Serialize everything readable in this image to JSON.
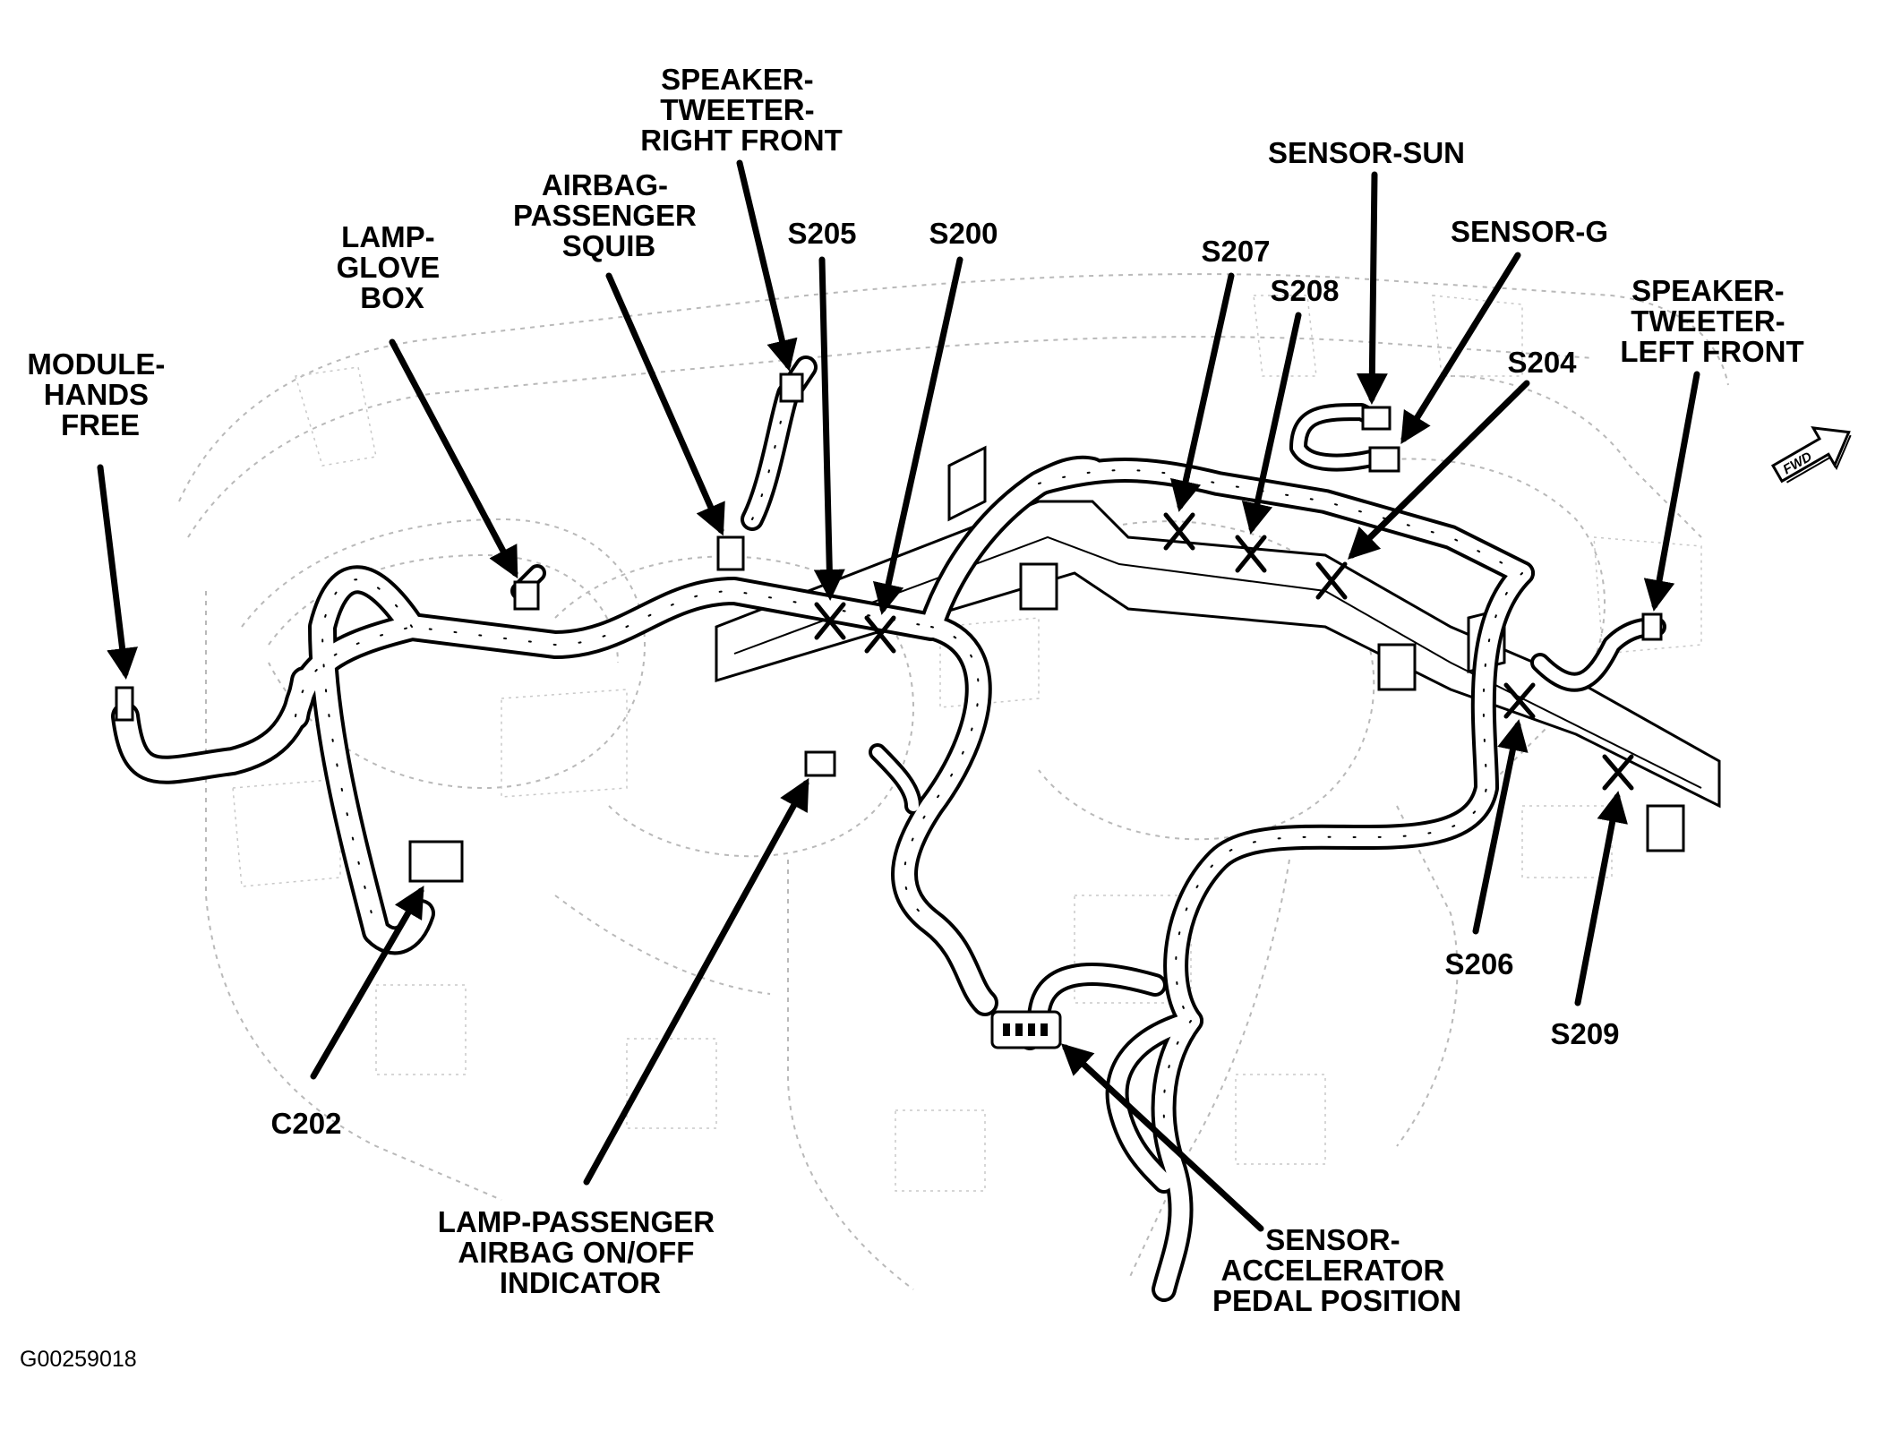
{
  "figure_id": "G00259018",
  "fwd_label": "FWD",
  "labels": {
    "module_hands_free": [
      "MODULE-",
      "HANDS",
      "FREE"
    ],
    "lamp_glove_box": [
      "LAMP-",
      "GLOVE",
      "BOX"
    ],
    "airbag_passenger_squib": [
      "AIRBAG-",
      "PASSENGER",
      "SQUIB"
    ],
    "speaker_tweeter_right_front": [
      "SPEAKER-",
      "TWEETER-",
      "RIGHT FRONT"
    ],
    "s205": "S205",
    "s200": "S200",
    "sensor_sun": "SENSOR-SUN",
    "s207": "S207",
    "s208": "S208",
    "sensor_g": "SENSOR-G",
    "s204": "S204",
    "speaker_tweeter_left_front": [
      "SPEAKER-",
      "TWEETER-",
      "LEFT FRONT"
    ],
    "s206": "S206",
    "s209": "S209",
    "c202": "C202",
    "lamp_passenger_airbag": [
      "LAMP-PASSENGER",
      "AIRBAG ON/OFF",
      "INDICATOR"
    ],
    "sensor_accelerator": [
      "SENSOR-",
      "ACCELERATOR",
      "PEDAL POSITION"
    ]
  }
}
